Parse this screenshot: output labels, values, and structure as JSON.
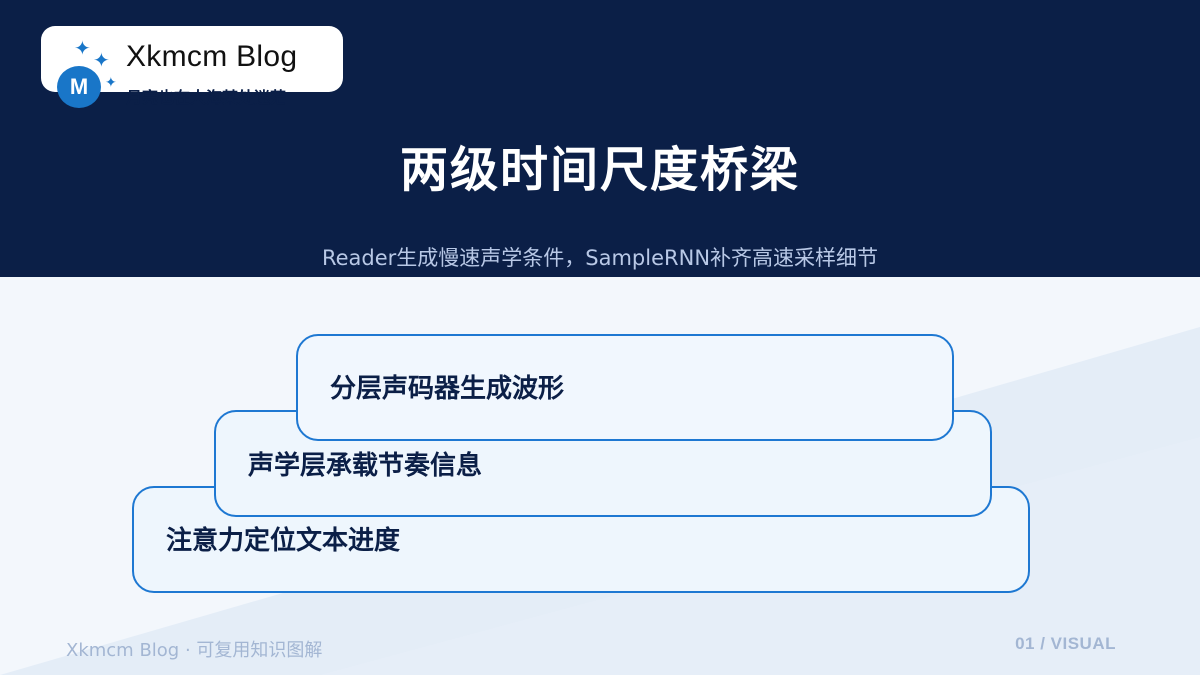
{
  "logo": {
    "initial": "M",
    "name": "Xkmcm  Blog",
    "tagline": "月亮也在大海某处迷茫"
  },
  "slide": {
    "title": "两级时间尺度桥梁",
    "subtitle": "Reader生成慢速声学条件，SampleRNN补齐高速采样细节"
  },
  "steps": [
    {
      "label": "注意力定位文本进度"
    },
    {
      "label": "声学层承载节奏信息"
    },
    {
      "label": "分层声码器生成波形"
    }
  ],
  "footer": {
    "brand": "Xkmcm Blog · 可复用知识图解",
    "page": "01 / VISUAL"
  },
  "colors": {
    "header_bg": "#0b1f47",
    "accent": "#1e78d2",
    "card_bg": "#eef6fd",
    "page_bg": "#f3f7fc"
  }
}
